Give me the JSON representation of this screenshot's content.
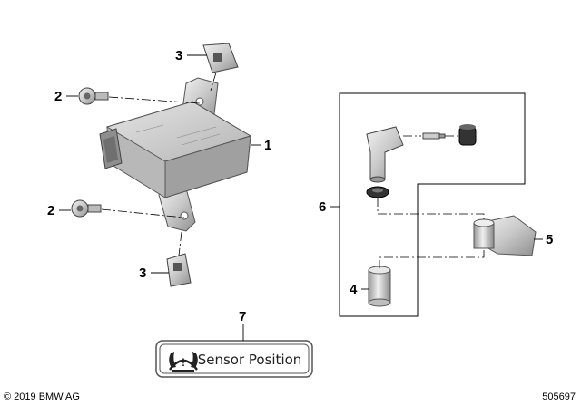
{
  "callouts": {
    "c1": "1",
    "c2a": "2",
    "c2b": "2",
    "c3a": "3",
    "c3b": "3",
    "c4": "4",
    "c5": "5",
    "c6": "6",
    "c7": "7"
  },
  "sensor_position_label": "Sensor Position",
  "warning_symbol": "!",
  "footer": {
    "copyright": "© 2019 BMW AG",
    "diagram_number": "505697"
  },
  "icons": [
    "tire-pressure-warning-icon"
  ]
}
